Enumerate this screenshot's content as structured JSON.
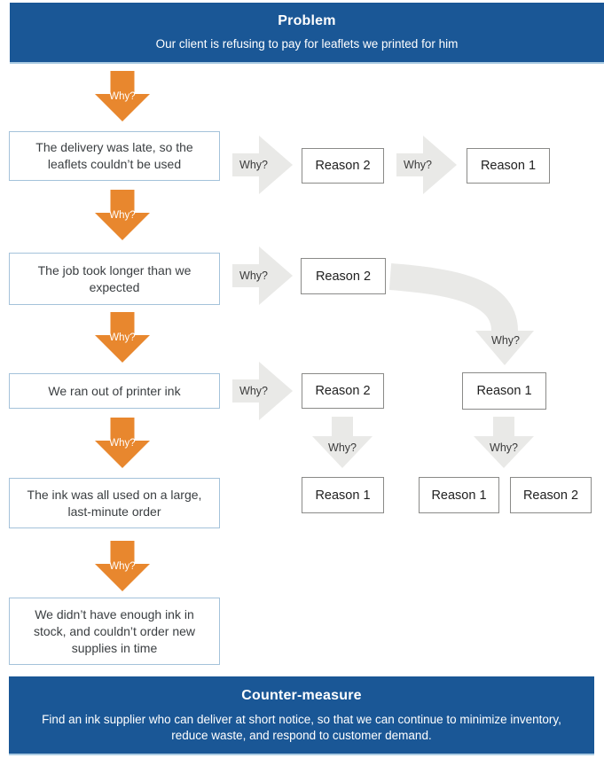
{
  "banners": {
    "problem": {
      "title": "Problem",
      "subtitle": "Our client is refusing to pay for leaflets we printed for him"
    },
    "counter_measure": {
      "title": "Counter-measure",
      "subtitle": "Find an ink supplier who can deliver at short notice, so that we can continue to minimize inventory, reduce waste, and respond to customer demand."
    }
  },
  "why_label": "Why?",
  "why_chain": [
    "The delivery was late, so the leaflets couldn’t be used",
    "The job took longer than we expected",
    "We ran out of printer ink",
    "The ink was all used on a large, last-minute order",
    "We didn’t have enough ink in stock, and couldn’t order new supplies in time"
  ],
  "reasons": {
    "row1": [
      "Reason 2",
      "Reason 1"
    ],
    "row2": [
      "Reason 2"
    ],
    "row3": [
      "Reason 2",
      "Reason 1"
    ],
    "row4": [
      "Reason 1",
      "Reason 1",
      "Reason 2"
    ]
  },
  "colors": {
    "banner_blue": "#1A5796",
    "arrow_orange": "#E8872E",
    "arrow_gray": "#E9E9E7",
    "why_box_border": "#A4C2DA",
    "reason_box_border": "#8A8A88"
  }
}
